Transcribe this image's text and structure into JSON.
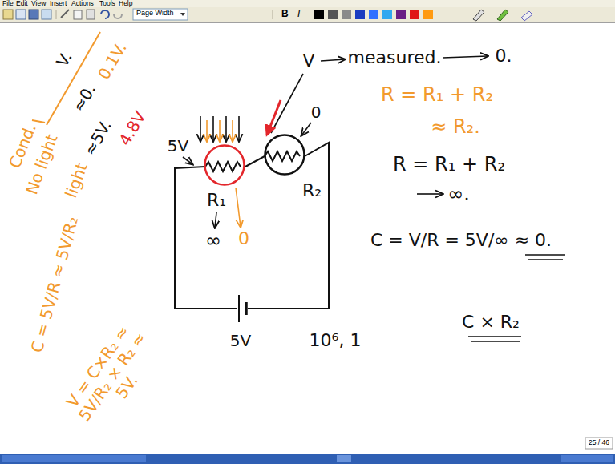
{
  "diagram": {
    "nodes": [
      {
        "text": [
          "R₁"
        ]
      },
      {
        "text": [
          "R₂"
        ]
      }
    ],
    "labels": [
      "File",
      "Edit",
      "View",
      "Insert",
      "Actions",
      "Tools",
      "Help",
      "Page Width",
      "B",
      "I",
      "25 / 46",
      "Cond.",
      "V.",
      "No light",
      "light",
      "≈0.",
      "0.1V.",
      "≈5V.",
      "4.8V",
      "V",
      "measured.",
      "0.",
      "5V",
      "0",
      "∞",
      "0",
      "5V",
      "R = R₁ + R₂",
      "≈ R₂.",
      "R = R₁ + R₂",
      "∞.",
      "C = V/R = 5V/∞ ≈ 0.",
      "C × R₂",
      "10⁶, 1",
      "C = 5V/R ≈ 5V/R₂",
      "V = C×R₂ ≈ 5V/R₂ × R₂ ≈ 5V."
    ]
  }
}
